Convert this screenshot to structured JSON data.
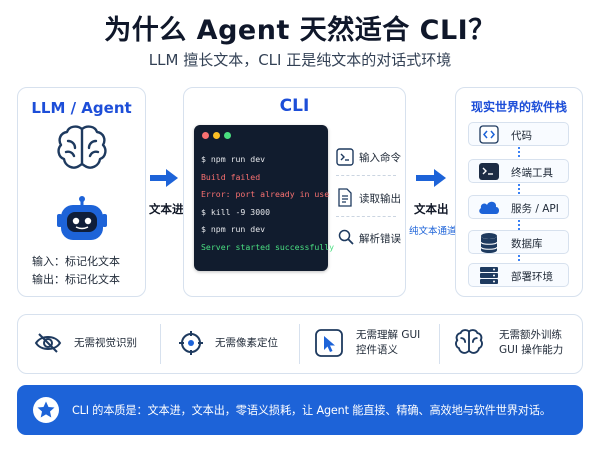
{
  "title": "为什么 Agent 天然适合 CLI？",
  "subtitle": "LLM 擅长文本，CLI 正是纯文本的对话式环境",
  "left": {
    "title": "LLM / Agent",
    "input_label": "输入：标记化文本",
    "output_label": "输出：标记化文本"
  },
  "arrow_in": "文本进",
  "arrow_out": "文本出",
  "pure_channel": "纯文本通道",
  "cli": {
    "title": "CLI",
    "lines": [
      {
        "text": "$ npm run dev",
        "color": "#e5e7eb"
      },
      {
        "text": "Build failed",
        "color": "#f87171"
      },
      {
        "text": "Error: port already in use",
        "color": "#f87171"
      },
      {
        "text": "$ kill -9 3000",
        "color": "#e5e7eb"
      },
      {
        "text": "$ npm run dev",
        "color": "#e5e7eb"
      },
      {
        "text": "Server started successfully",
        "color": "#4ade80"
      }
    ],
    "steps": [
      "输入命令",
      "读取输出",
      "解析错误"
    ]
  },
  "right": {
    "title": "现实世界的软件栈",
    "items": [
      "代码",
      "终端工具",
      "服务 / API",
      "数据库",
      "部署环境"
    ]
  },
  "features": [
    "无需视觉识别",
    "无需像素定位",
    "无需理解 GUI\n控件语义",
    "无需额外训练\nGUI 操作能力"
  ],
  "banner_text": "CLI 的本质是：文本进，文本出，零语义损耗，让 Agent 能直接、精确、高效地与软件世界对话。",
  "colors": {
    "accent": "#1d63d8",
    "terminal_bg": "#111c2e",
    "border": "#d7e1ee"
  }
}
